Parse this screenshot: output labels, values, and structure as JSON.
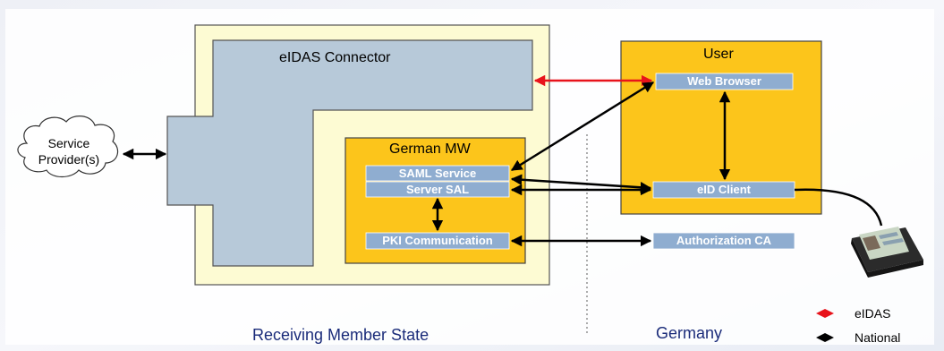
{
  "diagram": {
    "connector_title": "eIDAS Connector",
    "user_title": "User",
    "german_mw_title": "German MW",
    "service_provider": [
      "Service",
      "Provider(s)"
    ],
    "saml_service": "SAML Service",
    "server_sal": "Server SAL",
    "pki_communication": "PKI Communication",
    "web_browser": "Web Browser",
    "eid_client": "eID Client",
    "authorization_ca": "Authorization CA",
    "region_receiving": "Receiving Member State",
    "region_germany": "Germany",
    "legend": [
      {
        "label": "eIDAS",
        "color": "#e8131b"
      },
      {
        "label": "National",
        "color": "#000000"
      }
    ]
  },
  "colors": {
    "connector_fill": "#b7c9d9",
    "outer_fill": "#fdfbd3",
    "gold": "#fcc51b",
    "steel": "#8fadd0",
    "region_text": "#1b2c7a"
  }
}
